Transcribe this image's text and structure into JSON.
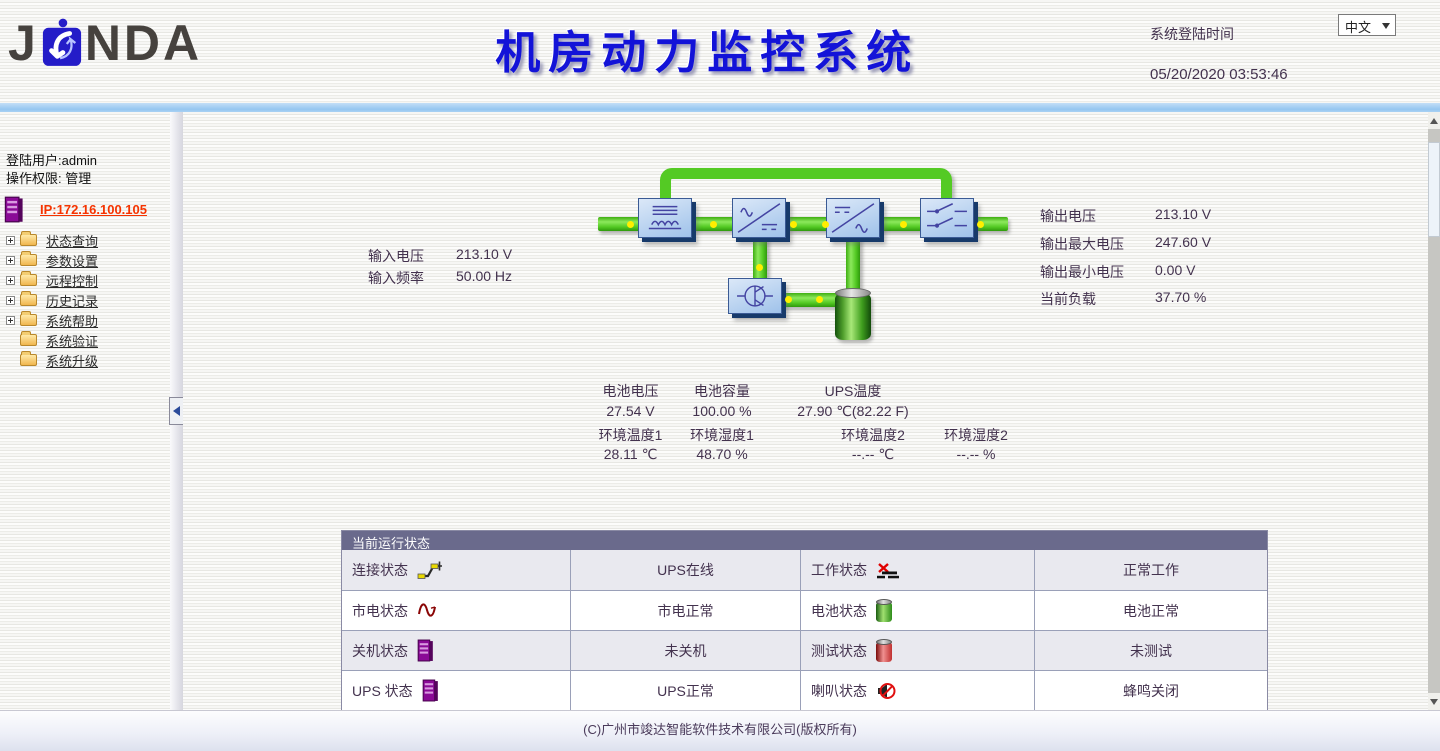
{
  "header": {
    "logo_prefix": "J",
    "logo_suffix": "NDA",
    "title": "机房动力监控系统",
    "login_time_label": "系统登陆时间",
    "login_time_value": "05/20/2020 03:53:46",
    "language_selected": "中文"
  },
  "sidebar": {
    "user_line": "登陆用户:admin",
    "permission_line": "操作权限: 管理",
    "ip_link": "IP:172.16.100.105",
    "tree": [
      {
        "label": "状态查询",
        "expandable": true
      },
      {
        "label": "参数设置",
        "expandable": true
      },
      {
        "label": "远程控制",
        "expandable": true
      },
      {
        "label": "历史记录",
        "expandable": true
      },
      {
        "label": "系统帮助",
        "expandable": true
      },
      {
        "label": "系统验证",
        "expandable": false
      },
      {
        "label": "系统升级",
        "expandable": false
      }
    ]
  },
  "diagram": {
    "devices": [
      "filter-icon",
      "rectifier-icon",
      "inverter-icon",
      "static-switch-icon",
      "charger-icon",
      "battery-icon"
    ],
    "pipe_color": "#54ca24",
    "device_fill": "#a9c8ec"
  },
  "readings": {
    "input": [
      {
        "label": "输入电压",
        "value": "213.10 V"
      },
      {
        "label": "输入频率",
        "value": "50.00 Hz"
      }
    ],
    "output": [
      {
        "label": "输出电压",
        "value": "213.10 V"
      },
      {
        "label": "输出最大电压",
        "value": "247.60 V"
      },
      {
        "label": "输出最小电压",
        "value": "0.00 V"
      },
      {
        "label": "当前负载",
        "value": "37.70 %"
      }
    ],
    "battery_env": {
      "row1_headers": [
        "电池电压",
        "电池容量",
        "UPS温度"
      ],
      "row1_values": [
        "27.54 V",
        "100.00 %",
        "27.90 ℃(82.22 F)"
      ],
      "row2_headers": [
        "环境温度1",
        "环境湿度1",
        "环境温度2",
        "环境湿度2"
      ],
      "row2_values": [
        "28.11 ℃",
        "48.70 %",
        "--.-- ℃",
        "--.-- %"
      ]
    }
  },
  "status_table": {
    "title": "当前运行状态",
    "rows": [
      {
        "label1": "连接状态",
        "icon1": "connector-icon",
        "value1": "UPS在线",
        "label2": "工作状态",
        "icon2": "bypass-broken-icon",
        "value2": "正常工作"
      },
      {
        "label1": "市电状态",
        "icon1": "sine-wave-icon",
        "value1": "市电正常",
        "label2": "电池状态",
        "icon2": "battery-green-icon",
        "value2": "电池正常"
      },
      {
        "label1": "关机状态",
        "icon1": "server-icon",
        "value1": "未关机",
        "label2": "测试状态",
        "icon2": "battery-red-icon",
        "value2": "未测试"
      },
      {
        "label1": "UPS 状态",
        "icon1": "server-icon",
        "value1": "UPS正常",
        "label2": "喇叭状态",
        "icon2": "speaker-muted-icon",
        "value2": "蜂鸣关闭"
      }
    ]
  },
  "footer": {
    "copyright": "(C)广州市竣达智能软件技术有限公司(版权所有)"
  },
  "colors": {
    "title_blue": "#1313d8",
    "pipe_green": "#54ca24",
    "table_header": "#6a6a8c",
    "ip_link_red": "#f53300",
    "text_plum": "#43324e"
  }
}
